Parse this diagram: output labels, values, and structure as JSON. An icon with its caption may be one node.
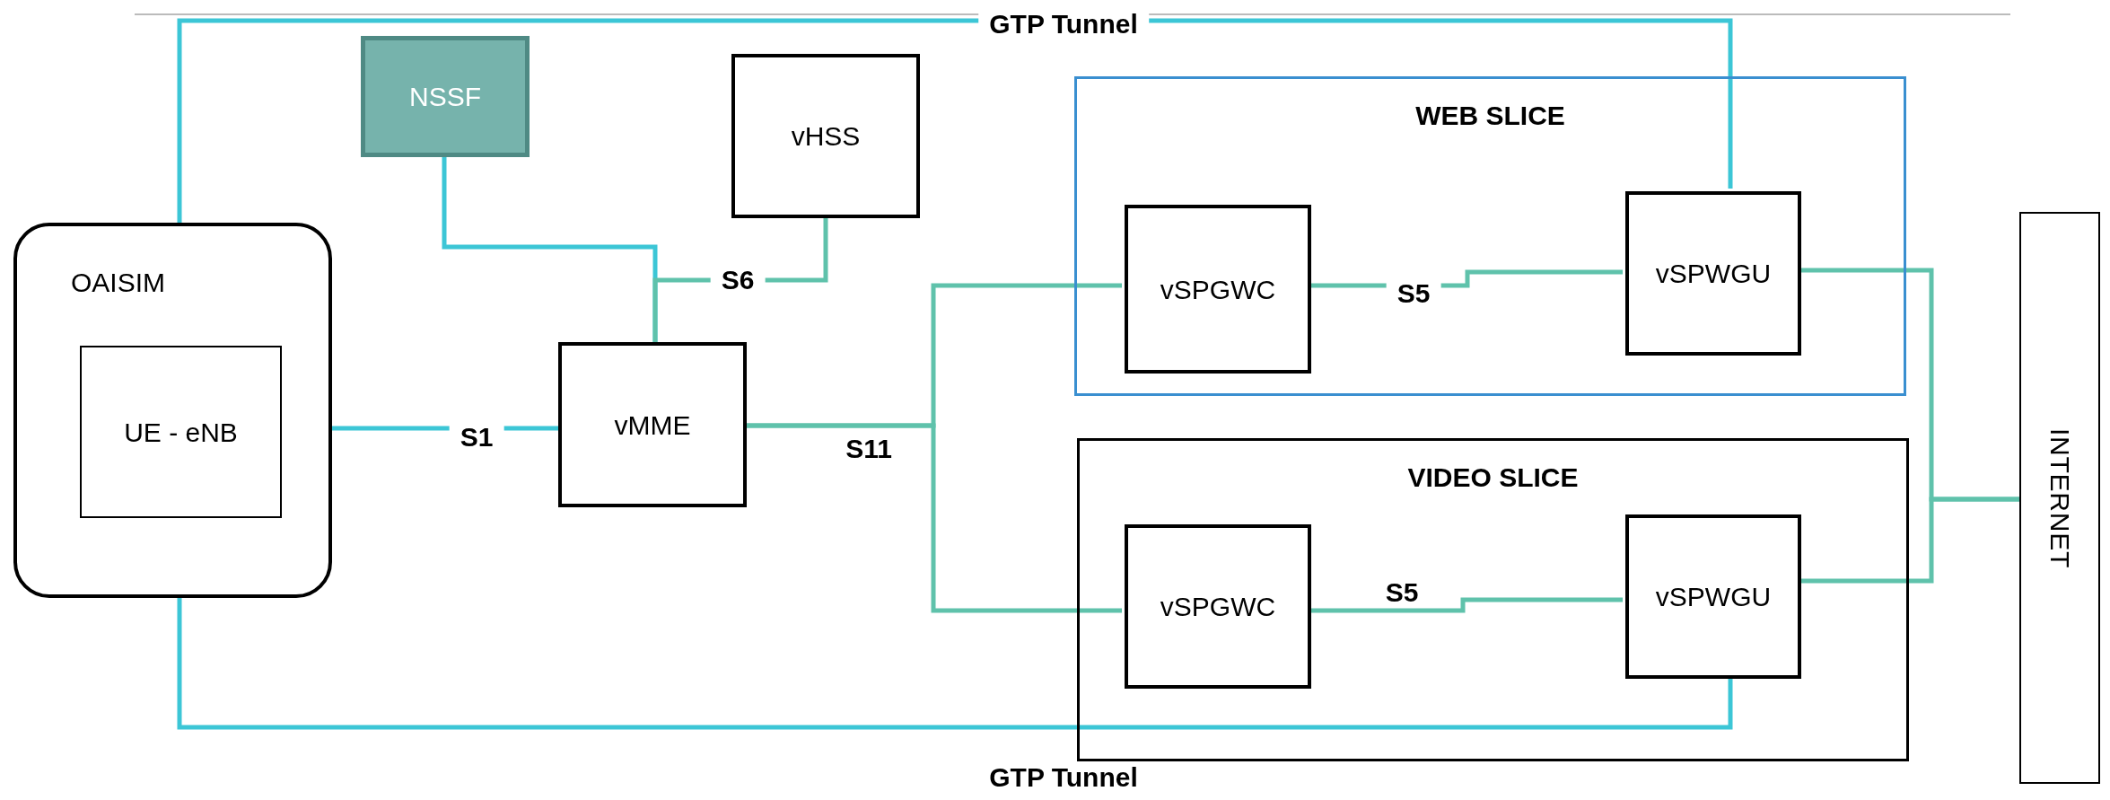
{
  "diagram": {
    "nodes": [
      {
        "text": [
          "OAISIM"
        ]
      },
      {
        "text": [
          "UE - eNB"
        ],
        "in": 0
      },
      {
        "text": [
          "NSSF"
        ]
      },
      {
        "text": [
          "vHSS"
        ]
      },
      {
        "text": [
          "vMME"
        ]
      },
      {
        "text": [
          "WEB SLICE"
        ]
      },
      {
        "text": [
          "vSPGWC"
        ],
        "in": 5
      },
      {
        "text": [
          "vSPWGU"
        ],
        "in": 5
      },
      {
        "text": [
          "VIDEO SLICE"
        ]
      },
      {
        "text": [
          "vSPGWC"
        ],
        "in": 8
      },
      {
        "text": [
          "vSPWGU"
        ],
        "in": 8
      },
      {
        "text": [
          "INTERNET"
        ]
      }
    ],
    "edges": [
      {
        "from": 1,
        "to": 4,
        "arrow": "none",
        "label": "S1",
        "color": "#3cc6d6"
      },
      {
        "from": 2,
        "to": 4,
        "arrow": "none",
        "color": "#3cc6d6"
      },
      {
        "from": 3,
        "to": 4,
        "arrow": "none",
        "label": "S6"
      },
      {
        "from": 4,
        "to": 6,
        "arrow": "none",
        "label": "S11"
      },
      {
        "from": 4,
        "to": 9,
        "arrow": "none"
      },
      {
        "from": 6,
        "to": 7,
        "arrow": "none",
        "label": "S5"
      },
      {
        "from": 9,
        "to": 10,
        "arrow": "none",
        "label": "S5"
      },
      {
        "from": 7,
        "to": 11,
        "arrow": "none"
      },
      {
        "from": 10,
        "to": 11,
        "arrow": "none"
      },
      {
        "from": 1,
        "to": 7,
        "arrow": "none",
        "label": "GTP Tunnel",
        "color": "#3cc6d6"
      },
      {
        "from": 1,
        "to": 10,
        "arrow": "none",
        "label": "GTP Tunnel",
        "color": "#3cc6d6"
      }
    ]
  }
}
